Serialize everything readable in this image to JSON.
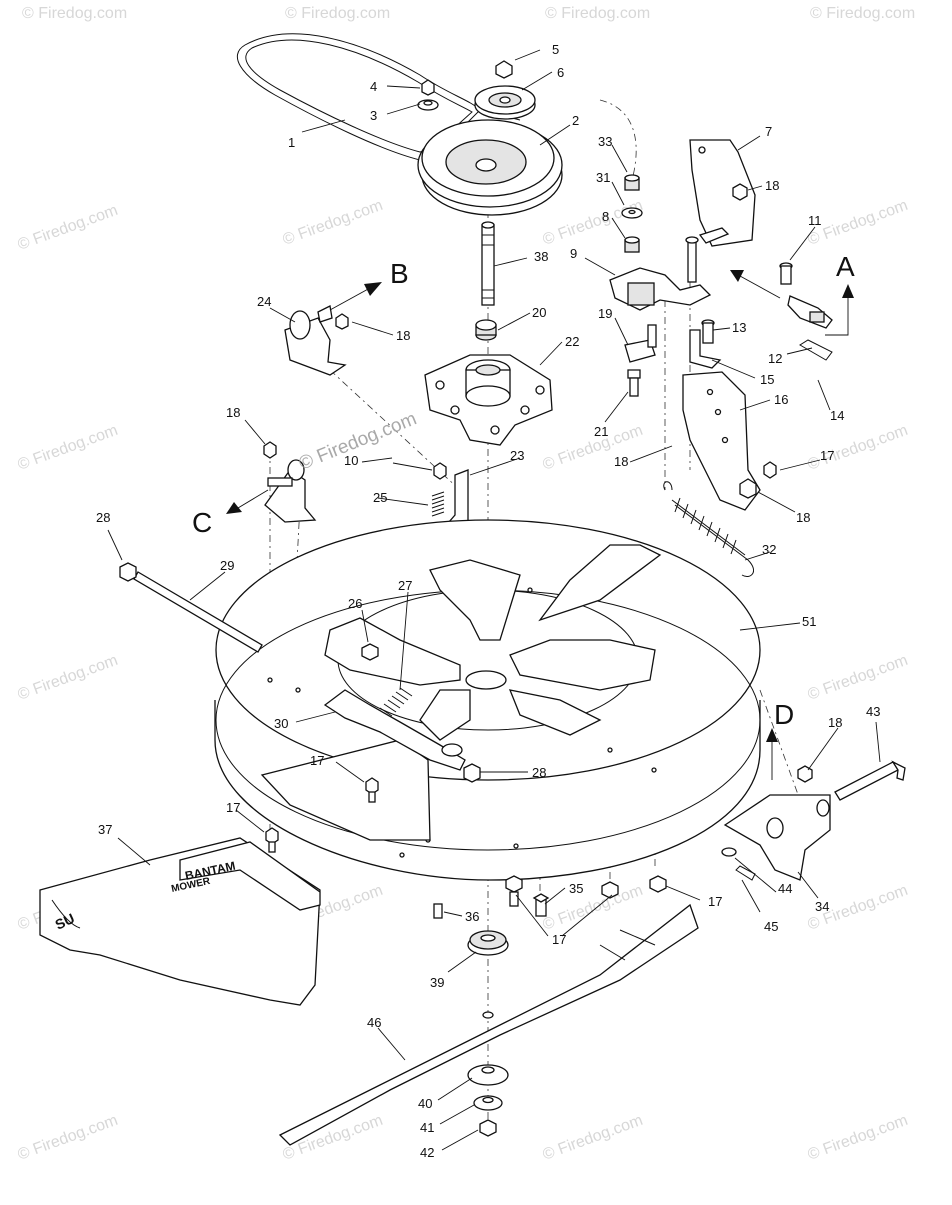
{
  "watermark": {
    "text": "© Firedog.com",
    "center_text": "© Firedog.com"
  },
  "view_markers": {
    "A": "A",
    "B": "B",
    "C": "C",
    "D": "D"
  },
  "part_numbers": {
    "p1": "1",
    "p2": "2",
    "p3": "3",
    "p4": "4",
    "p5": "5",
    "p6": "6",
    "p7": "7",
    "p8": "8",
    "p9": "9",
    "p10": "10",
    "p11": "11",
    "p12": "12",
    "p13": "13",
    "p14": "14",
    "p15": "15",
    "p16": "16",
    "p17a": "17",
    "p17b": "17",
    "p17c": "17",
    "p17d": "17",
    "p17e": "17",
    "p18a": "18",
    "p18b": "18",
    "p18c": "18",
    "p18d": "18",
    "p18e": "18",
    "p18f": "18",
    "p19": "19",
    "p20": "20",
    "p21": "21",
    "p22": "22",
    "p23": "23",
    "p24": "24",
    "p25": "25",
    "p26": "26",
    "p27": "27",
    "p28a": "28",
    "p28b": "28",
    "p29": "29",
    "p30": "30",
    "p31": "31",
    "p32": "32",
    "p33": "33",
    "p34": "34",
    "p35": "35",
    "p36": "36",
    "p37": "37",
    "p38": "38",
    "p39": "39",
    "p40": "40",
    "p41": "41",
    "p42": "42",
    "p43": "43",
    "p44": "44",
    "p45": "45",
    "p46": "46",
    "p51": "51"
  },
  "chute_decal": {
    "line1": "BANTAM",
    "line2": "MOWER",
    "badge": "SU"
  }
}
